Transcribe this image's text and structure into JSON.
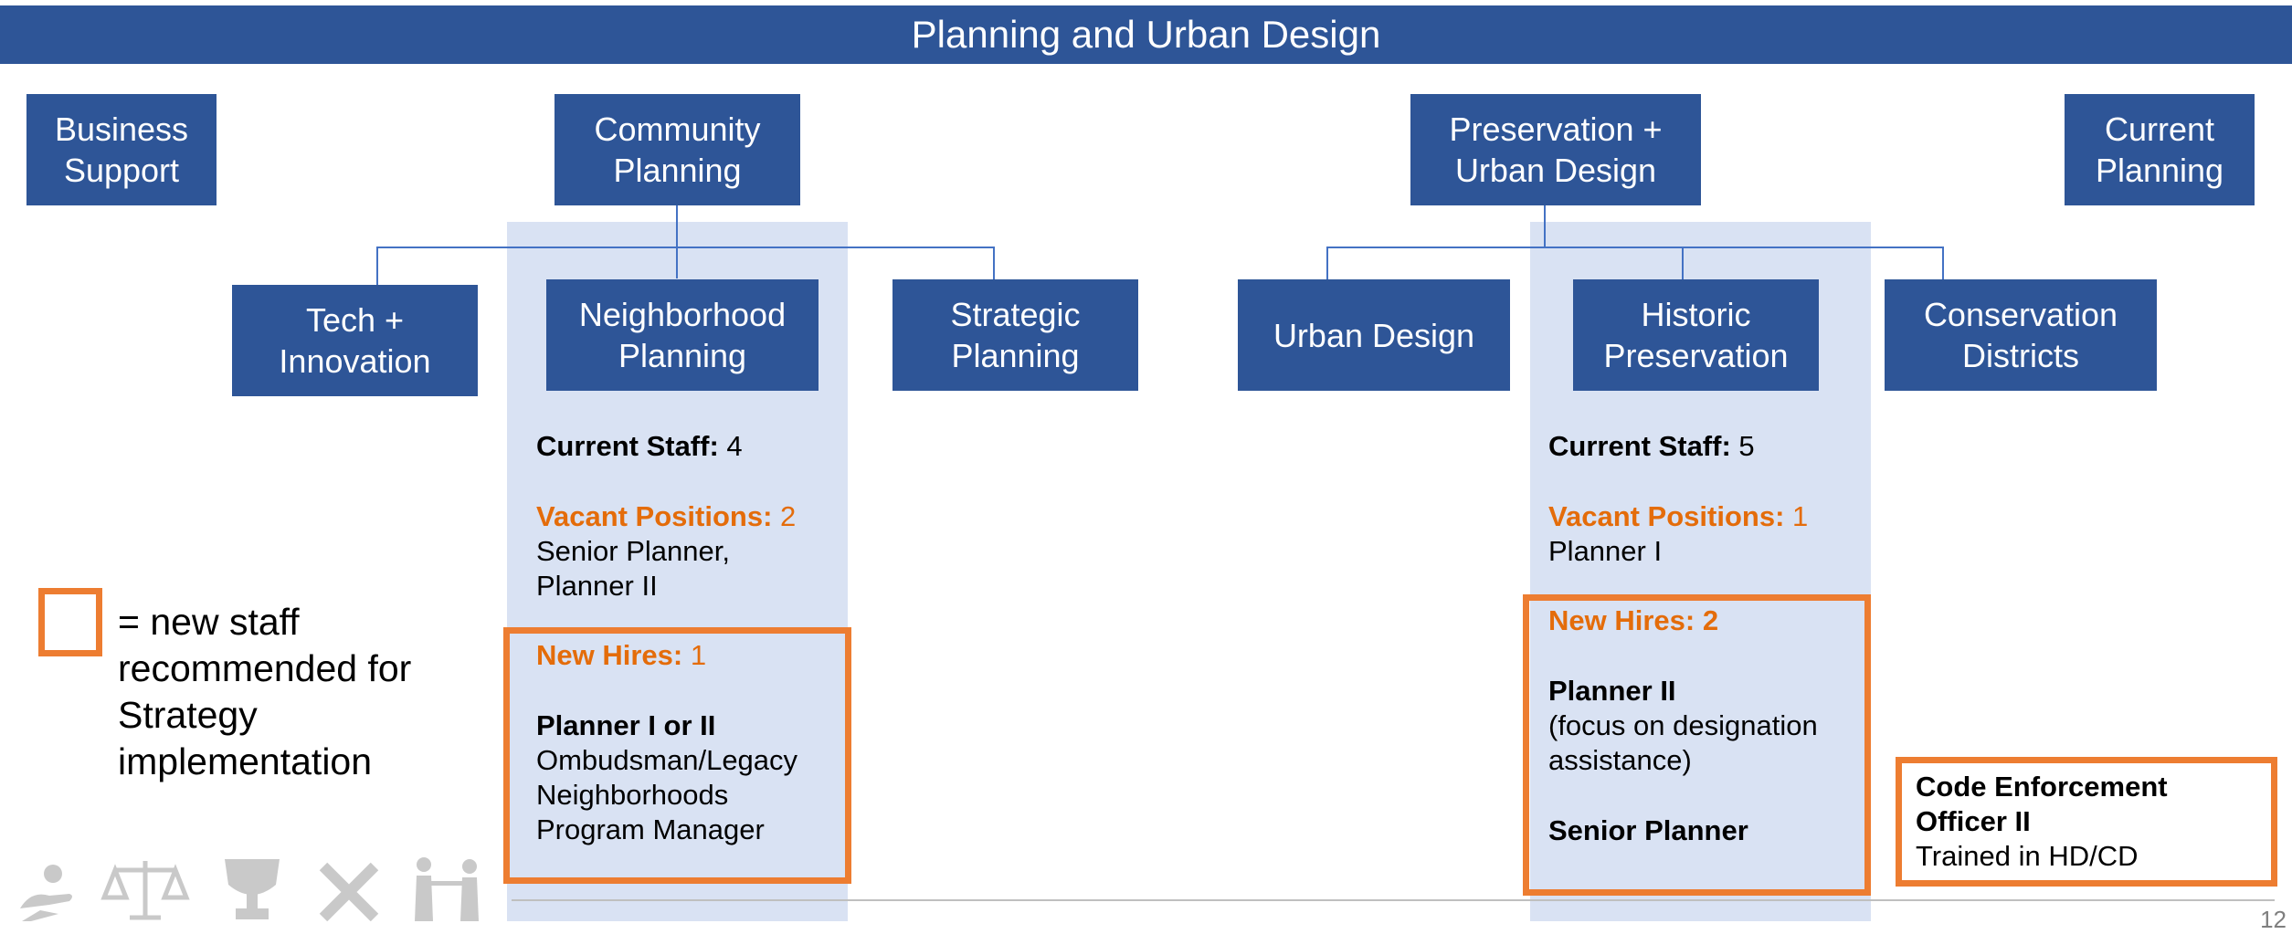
{
  "header": {
    "title": "Planning and Urban Design"
  },
  "top_units": {
    "business_support": [
      "Business",
      "Support"
    ],
    "community_planning": [
      "Community",
      "Planning"
    ],
    "preservation": [
      "Preservation +",
      "Urban Design"
    ],
    "current_planning": [
      "Current",
      "Planning"
    ]
  },
  "sub_units": {
    "tech": [
      "Tech +",
      "Innovation"
    ],
    "neighborhood": [
      "Neighborhood",
      "Planning"
    ],
    "strategic": [
      "Strategic",
      "Planning"
    ],
    "urban_design": [
      "Urban Design"
    ],
    "historic": [
      "Historic",
      "Preservation"
    ],
    "conservation": [
      "Conservation",
      "Districts"
    ]
  },
  "neighborhood_details": {
    "staff_label": "Current Staff:",
    "staff_value": " 4",
    "vacant_label": "Vacant Positions:",
    "vacant_value": " 2",
    "vacant_roles": [
      "Senior Planner,",
      "Planner II"
    ],
    "new_hires_label": "New Hires:",
    "new_hires_value": " 1",
    "hire_title": "Planner I or II",
    "hire_desc": [
      "Ombudsman/Legacy",
      "Neighborhoods",
      "Program Manager"
    ]
  },
  "historic_details": {
    "staff_label": "Current Staff:",
    "staff_value": " 5",
    "vacant_label": "Vacant Positions:",
    "vacant_value": " 1",
    "vacant_roles": [
      "Planner I"
    ],
    "new_hires_label": "New Hires: 2",
    "hire1_title": "Planner II",
    "hire1_desc": [
      "(focus on designation",
      "assistance)"
    ],
    "hire2_title": "Senior Planner"
  },
  "code_enforcement": {
    "title": [
      "Code Enforcement",
      "Officer II"
    ],
    "desc": "Trained in HD/CD"
  },
  "legend": {
    "text": [
      "= new staff",
      "recommended for",
      "Strategy",
      "implementation"
    ]
  },
  "footer": {
    "page_number": "12"
  },
  "colors": {
    "unit_blue": "#2e5597",
    "highlight_band": "#d9e2f3",
    "new_staff_orange": "#ed7d31",
    "label_orange": "#e46c0a"
  },
  "icons": [
    "service-hand-icon",
    "justice-scales-icon",
    "trophy-icon",
    "collaboration-x-icon",
    "people-icon"
  ]
}
